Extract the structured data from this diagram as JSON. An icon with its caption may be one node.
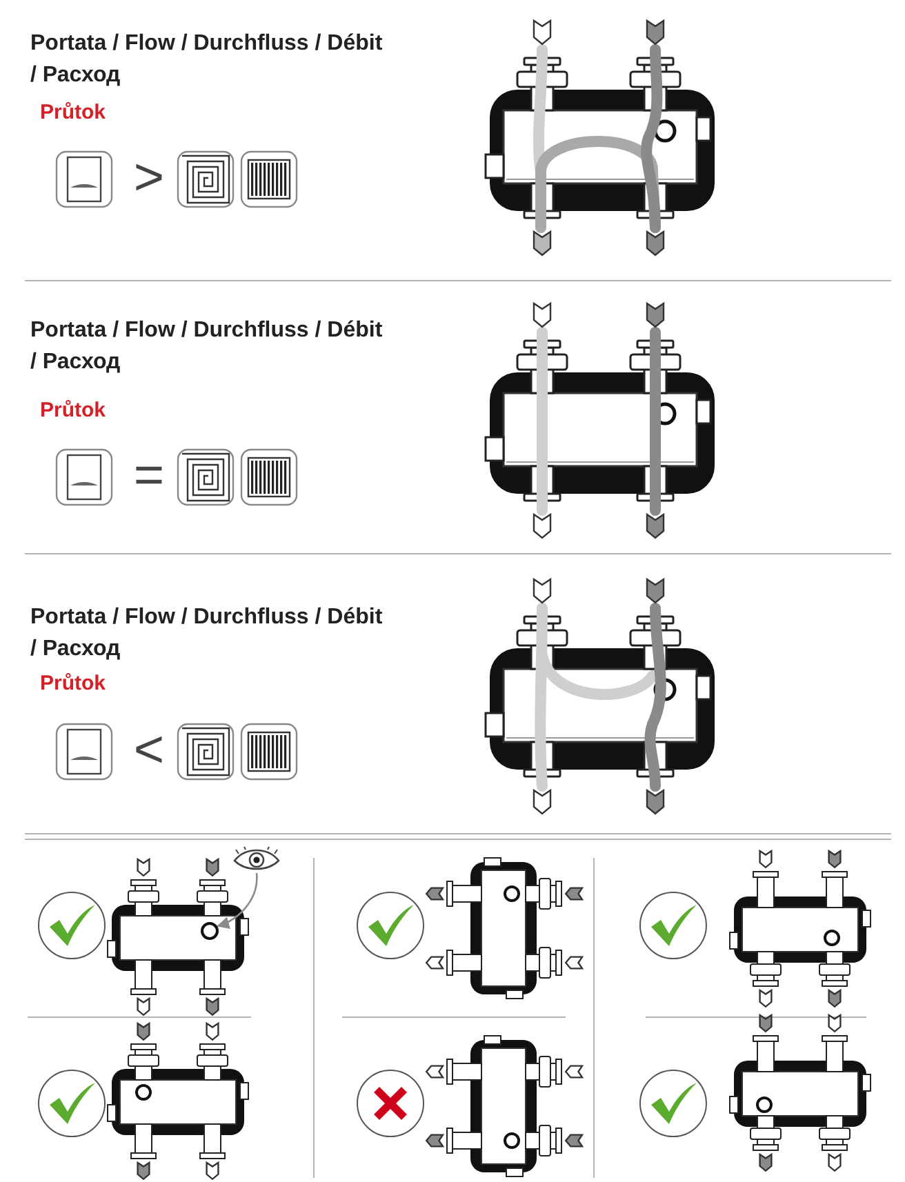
{
  "diagram": {
    "nodes": [
      {
        "text": [],
        "shape": "picture"
      },
      {
        "text": [],
        "shape": "circle"
      }
    ],
    "edges": [
      {
        "from": 0,
        "to": 1,
        "arrow": "to",
        "color": "#8a8a8a"
      }
    ],
    "labels": [
      "Portata / Flow / Durchfluss / Débit / Расход",
      "Průtok",
      ">",
      "Portata / Flow / Durchfluss / Débit / Расход",
      "Průtok",
      "=",
      "Portata / Flow / Durchfluss / Débit / Расход",
      "Průtok",
      "<"
    ]
  }
}
